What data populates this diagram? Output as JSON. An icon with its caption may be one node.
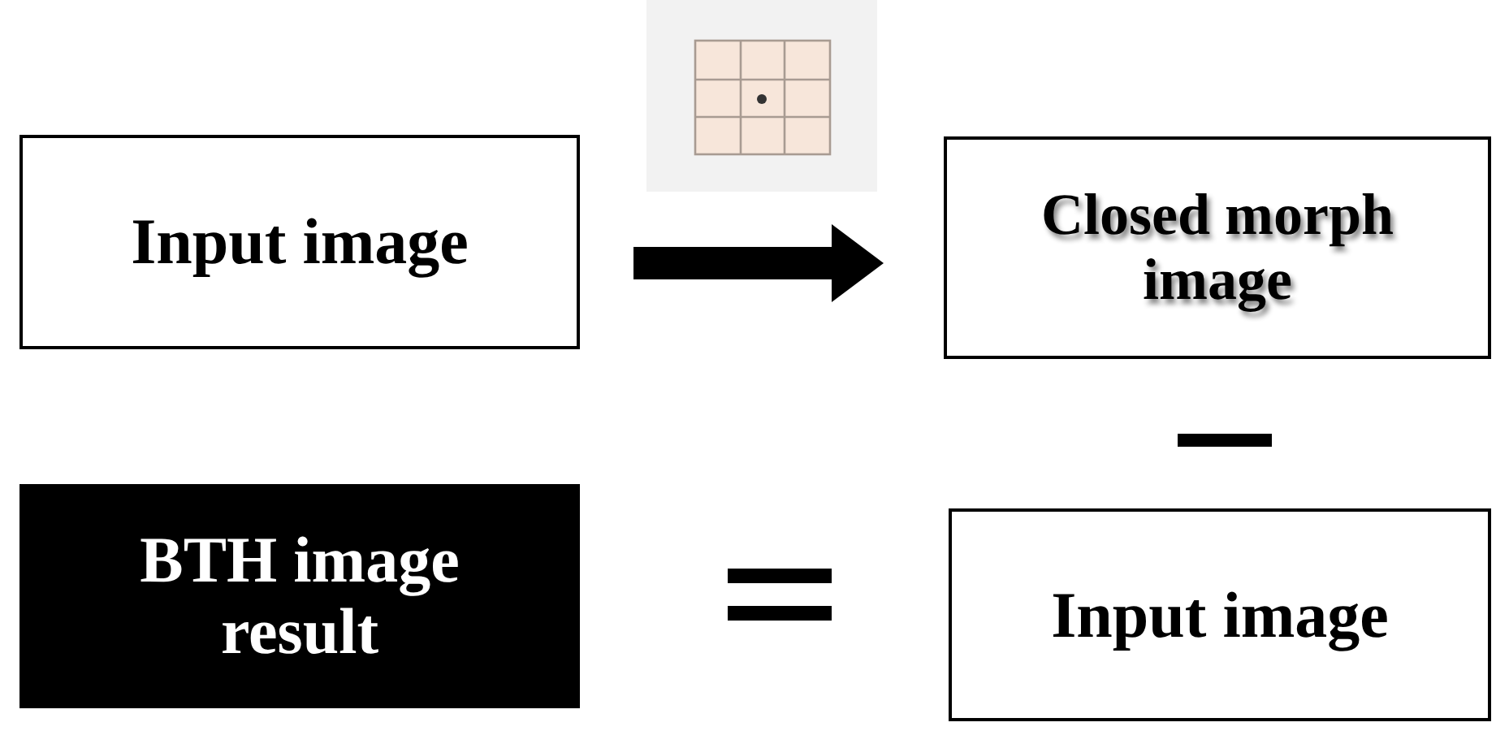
{
  "diagram": {
    "nodes": [
      {
        "text": [
          "Input image"
        ]
      },
      {
        "text": [
          "Closed morph image"
        ]
      },
      {
        "text": [
          "BTH image result"
        ]
      },
      {
        "text": [
          "Input image"
        ]
      }
    ],
    "edges": [
      {
        "from": 0,
        "to": 1,
        "arrow": "to"
      }
    ]
  }
}
